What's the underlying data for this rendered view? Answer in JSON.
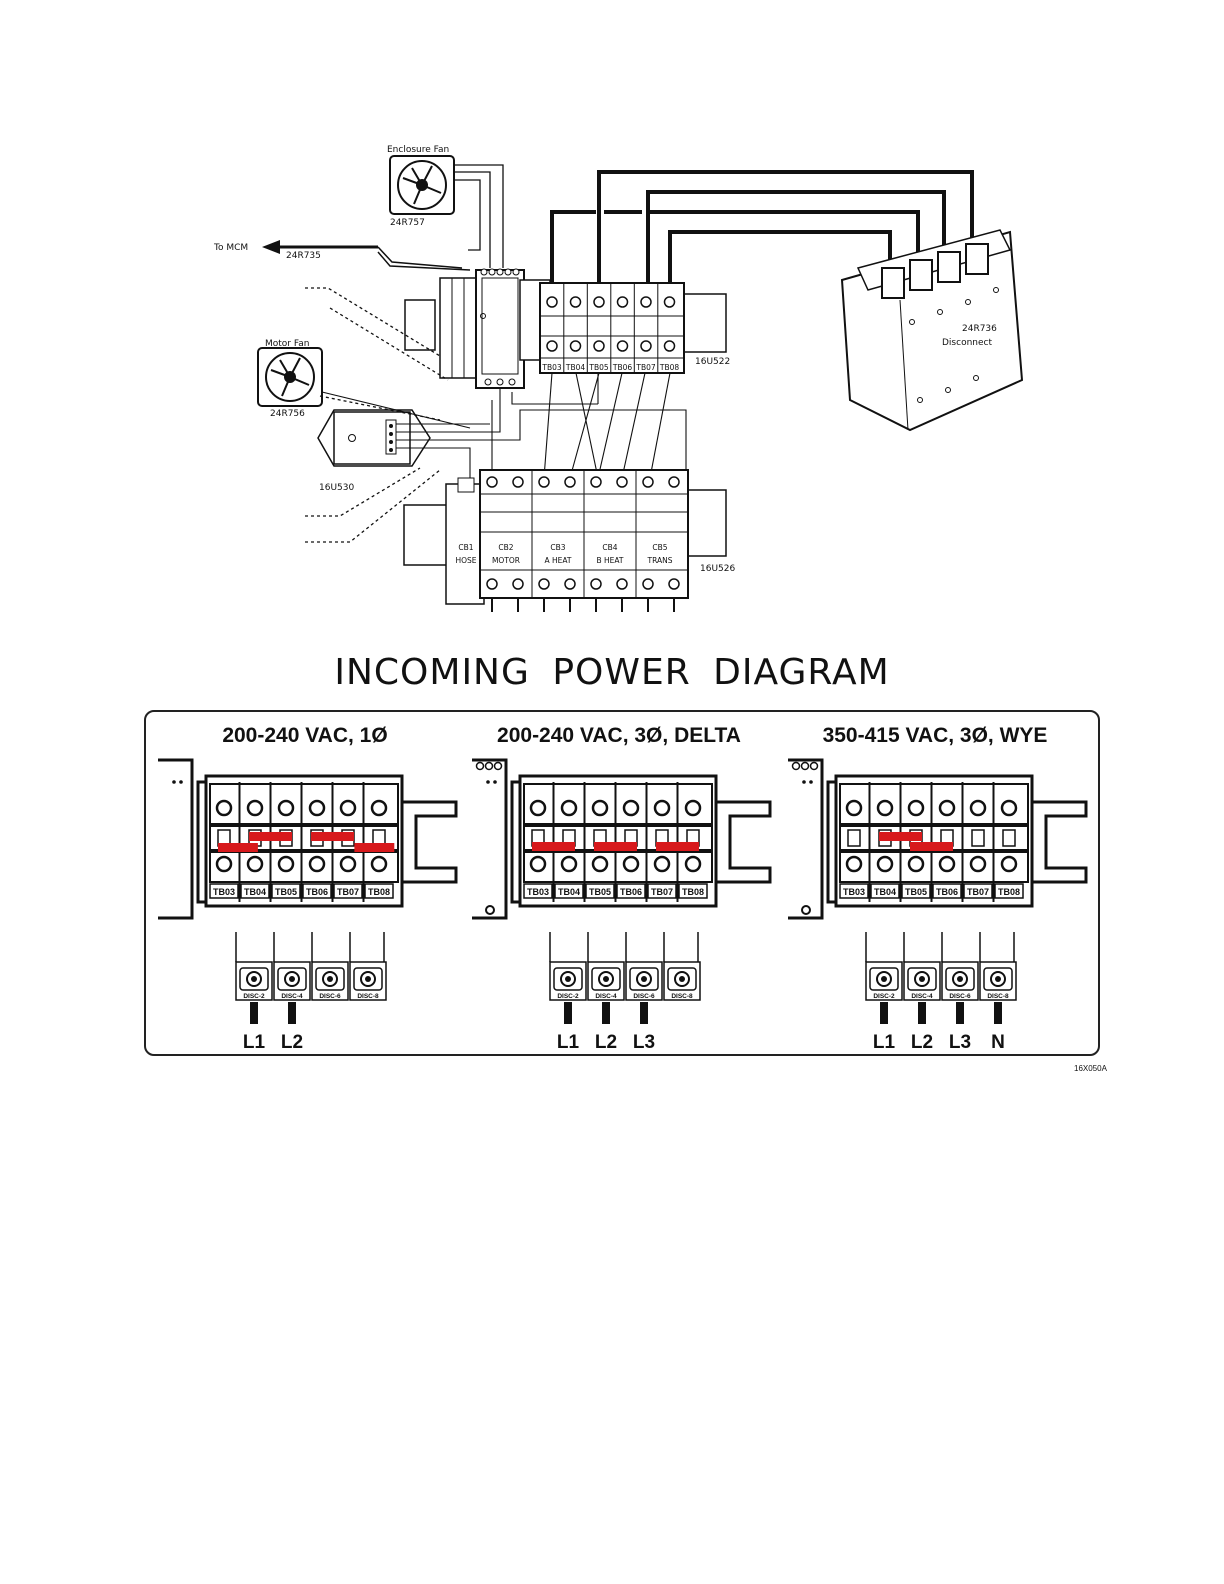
{
  "wiring": {
    "enclosure_fan_label": "Enclosure Fan",
    "enclosure_fan_part": "24R757",
    "to_mcm_label": "To MCM",
    "to_mcm_cable": "24R735",
    "motor_fan_label": "Motor Fan",
    "motor_fan_part": "24R756",
    "filter_part": "16U530",
    "terminal_block_part": "16U522",
    "breaker_block_part": "16U526",
    "disconnect_part": "24R736",
    "disconnect_label": "Disconnect",
    "terminals": [
      "TB03",
      "TB04",
      "TB05",
      "TB06",
      "TB07",
      "TB08"
    ],
    "breakers": [
      {
        "id": "CB1",
        "name": "HOSE"
      },
      {
        "id": "CB2",
        "name": "MOTOR"
      },
      {
        "id": "CB3",
        "name": "A HEAT"
      },
      {
        "id": "CB4",
        "name": "B HEAT"
      },
      {
        "id": "CB5",
        "name": "TRANS"
      }
    ]
  },
  "title": "INCOMING POWER DIAGRAM",
  "configs": [
    {
      "title": "200-240 VAC, 1Ø",
      "terminals": [
        "TB03",
        "TB04",
        "TB05",
        "TB06",
        "TB07",
        "TB08"
      ],
      "discs": [
        "DISC-2",
        "DISC-4",
        "DISC-6",
        "DISC-8"
      ],
      "lines": [
        "L1",
        "L2"
      ]
    },
    {
      "title": "200-240 VAC, 3Ø, DELTA",
      "terminals": [
        "TB03",
        "TB04",
        "TB05",
        "TB06",
        "TB07",
        "TB08"
      ],
      "discs": [
        "DISC-2",
        "DISC-4",
        "DISC-6",
        "DISC-8"
      ],
      "lines": [
        "L1",
        "L2",
        "L3"
      ]
    },
    {
      "title": "350-415 VAC, 3Ø, WYE",
      "terminals": [
        "TB03",
        "TB04",
        "TB05",
        "TB06",
        "TB07",
        "TB08"
      ],
      "discs": [
        "DISC-2",
        "DISC-4",
        "DISC-6",
        "DISC-8"
      ],
      "lines": [
        "L1",
        "L2",
        "L3",
        "N"
      ]
    }
  ],
  "figure_id": "16X050A",
  "colors": {
    "jumper": "#d7191c",
    "line": "#111111"
  }
}
